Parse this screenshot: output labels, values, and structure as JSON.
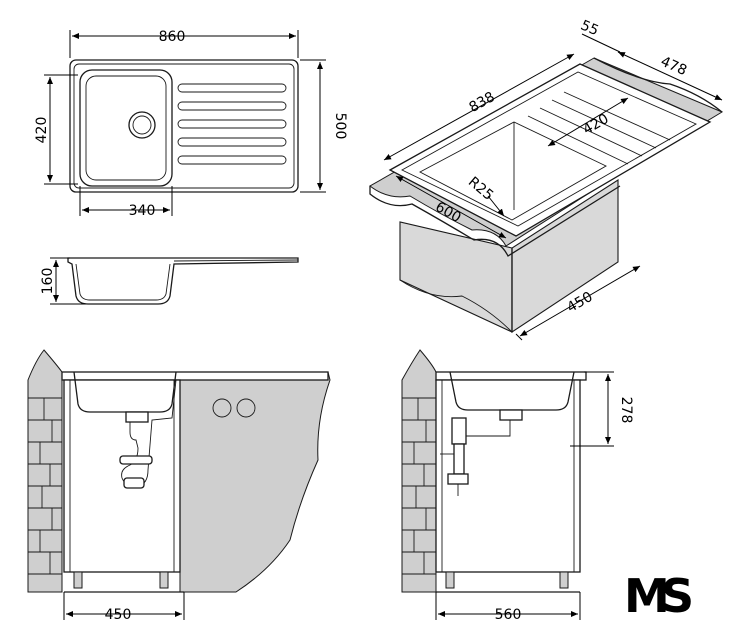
{
  "dimensions": {
    "top_width": "860",
    "top_height_bowl": "420",
    "top_height_total": "500",
    "bowl_width": "340",
    "side_depth": "160",
    "iso_length": "838",
    "iso_edge": "55",
    "iso_depth": "478",
    "iso_bowl": "420",
    "iso_radius": "R25",
    "iso_front": "600",
    "iso_cabinet": "450",
    "front_cabinet": "450",
    "side_cabinet": "560",
    "side_height": "278"
  },
  "logo": {
    "text": "MS",
    "color_m": "#2e9e3e",
    "color_s": "#1f2f6b"
  }
}
